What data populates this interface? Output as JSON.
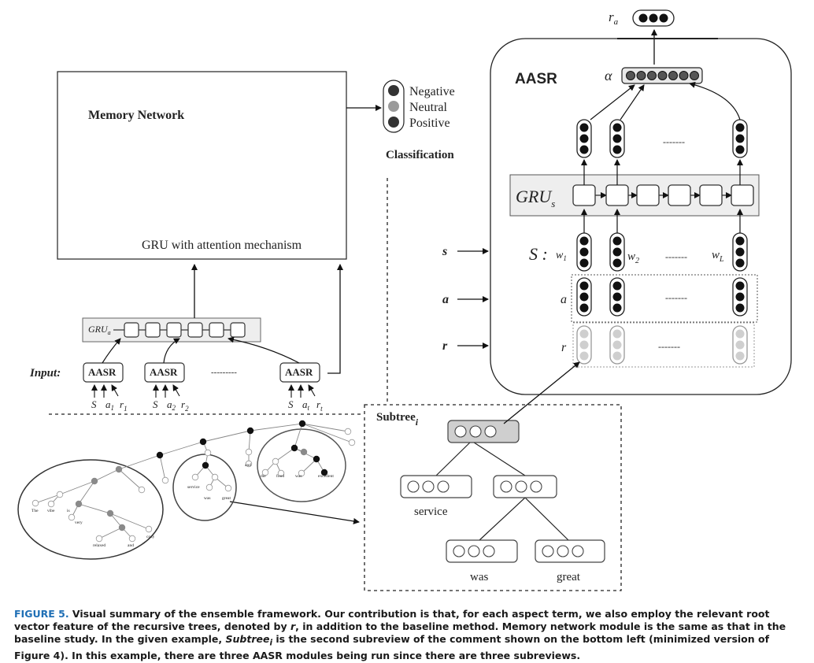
{
  "memory_network": {
    "title": "Memory Network",
    "gru_label": "GRU with attention mechanism"
  },
  "classification": {
    "title": "Classification",
    "labels": [
      "Negative",
      "Neutral",
      "Positive"
    ]
  },
  "input_row": {
    "label": "Input:",
    "gru_a": "GRU",
    "gru_a_sub": "a",
    "aasr": "AASR",
    "dots": "---------",
    "items": [
      {
        "s": "S",
        "a": "a",
        "a_sub": "1",
        "r": "r",
        "r_sub": "1"
      },
      {
        "s": "S",
        "a": "a",
        "a_sub": "2",
        "r": "r",
        "r_sub": "2"
      },
      {
        "s": "S",
        "a": "a",
        "a_sub": "t",
        "r": "r",
        "r_sub": "t"
      }
    ]
  },
  "aasr_module": {
    "title": "AASR",
    "alpha": "α",
    "ra": "r",
    "ra_sub": "a",
    "gru_s": "GRU",
    "gru_s_sub": "s",
    "s_label": "S :",
    "w1": "w",
    "w1_sub": "1",
    "w2": "w",
    "w2_sub": "2",
    "wl": "w",
    "wl_sub": "L",
    "a_label": "a",
    "r_label": "r",
    "ext_s": "s",
    "ext_a": "a",
    "ext_r": "r",
    "dots": "-------"
  },
  "subtree": {
    "title": "Subtree",
    "title_sub": "i",
    "words": [
      "service",
      "was",
      "great"
    ]
  },
  "tree_words": {
    "left": [
      "The",
      "vibe",
      "is",
      "very",
      "relaxed",
      "and",
      "cozy"
    ],
    "middle": [
      "service",
      "was",
      "great"
    ],
    "right": [
      "the",
      "food",
      "was",
      "excellent"
    ],
    "top": [
      "and"
    ]
  },
  "caption": {
    "label": "FIGURE 5.",
    "part1": " Visual summary of the ensemble framework. Our contribution is that, for each aspect term, we also employ the relevant root vector feature of the recursive trees, denoted by ",
    "r": "r",
    "part2": ", in addition to the baseline method. Memory network module is the same as that in the baseline study. In the given example, ",
    "subtree": "Subtree",
    "subtree_sub": "i",
    "part3": " is the second subreview of the comment shown on the bottom left (minimized version of Figure 4). In this example, there are three AASR modules being run since there are three subreviews."
  },
  "colors": {
    "node_dark": "#111111",
    "node_gray": "#8a8a8a",
    "node_light": "#cfcfcf",
    "caption_accent": "#1f6fb5"
  }
}
